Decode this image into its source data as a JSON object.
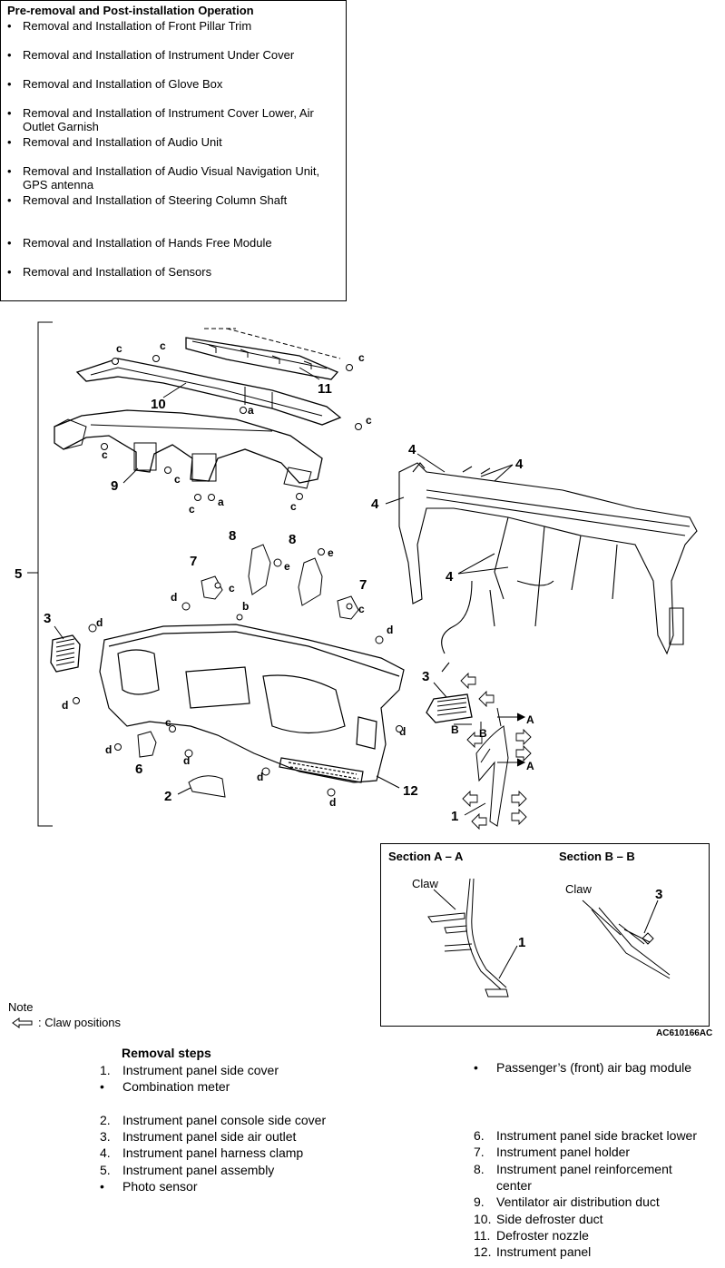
{
  "pre_removal": {
    "title": "Pre-removal and Post-installation Operation",
    "bullet": "•",
    "items": [
      "Removal and Installation of Front Pillar Trim",
      "Removal and Installation of Instrument Under Cover",
      "Removal and Installation of Glove Box",
      "Removal and Installation of Instrument Cover Lower, Air Outlet Garnish",
      "Removal and Installation of Audio Unit",
      "Removal and Installation of Audio Visual Navigation Unit, GPS antenna",
      "Removal and Installation of Steering Column Shaft",
      "Removal and Installation of Hands Free Module",
      "Removal and Installation of Sensors"
    ]
  },
  "diagram": {
    "callouts": {
      "n1": "1",
      "n2": "2",
      "n3a": "3",
      "n3b": "3",
      "n4a": "4",
      "n4b": "4",
      "n4c": "4",
      "n4d": "4",
      "n5": "5",
      "n6": "6",
      "n7a": "7",
      "n7b": "7",
      "n8a": "8",
      "n8b": "8",
      "n9": "9",
      "n10": "10",
      "n11": "11",
      "n12": "12"
    },
    "fastener_letters": {
      "a": "a",
      "b": "b",
      "c": "c",
      "d": "d",
      "e": "e"
    },
    "section_letters": {
      "A": "A",
      "B": "B"
    }
  },
  "sections": {
    "aa_title": "Section A – A",
    "bb_title": "Section B – B",
    "claw_label": "Claw",
    "aa_callout": "1",
    "bb_callout": "3"
  },
  "note": {
    "title": "Note",
    "legend": ": Claw positions",
    "figure_code": "AC610166AC"
  },
  "removal": {
    "title": "Removal steps",
    "left": [
      {
        "n": "1.",
        "t": "Instrument panel side cover"
      },
      {
        "n": "•",
        "t": "Combination meter"
      },
      {
        "n": "2.",
        "t": "Instrument panel console side cover"
      },
      {
        "n": "3.",
        "t": "Instrument panel side air outlet"
      },
      {
        "n": "4.",
        "t": "Instrument panel harness clamp"
      },
      {
        "n": "5.",
        "t": "Instrument panel assembly"
      },
      {
        "n": "•",
        "t": "Photo sensor"
      }
    ],
    "right": [
      {
        "n": "•",
        "t": "Passenger’s (front) air bag module"
      },
      {
        "n": "6.",
        "t": "Instrument panel side bracket lower"
      },
      {
        "n": "7.",
        "t": "Instrument panel holder"
      },
      {
        "n": "8.",
        "t": "Instrument panel reinforcement"
      },
      {
        "n": "",
        "t": "center"
      },
      {
        "n": "9.",
        "t": "Ventilator air distribution duct"
      },
      {
        "n": "10.",
        "t": "Side defroster duct"
      },
      {
        "n": "11.",
        "t": "Defroster nozzle"
      },
      {
        "n": "12.",
        "t": "Instrument panel"
      }
    ]
  }
}
